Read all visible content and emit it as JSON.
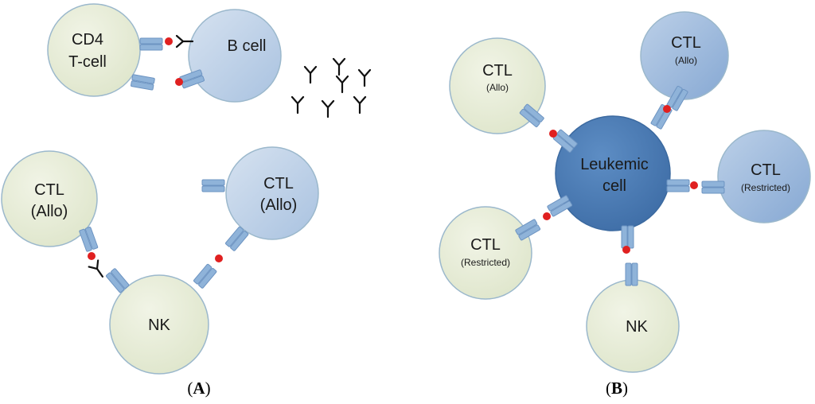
{
  "colors": {
    "green_cell": "#e8edd8",
    "green_stroke": "#9bb8cc",
    "blue_light": "#c4d4e8",
    "blue_mid": "#9fb9da",
    "blue_dark": "#4f7fb5",
    "receptor": "#8fb3d9",
    "receptor_stroke": "#6d94c2",
    "antigen": "#e02020",
    "antibody": "#111111"
  },
  "panel_a": {
    "label_open": "(",
    "label_letter": "A",
    "label_close": ")",
    "cd4": {
      "line1": "CD4",
      "line2": "T-cell"
    },
    "bcell": {
      "label": "B cell"
    },
    "ctl_left": {
      "line1": "CTL",
      "line2": "(Allo)"
    },
    "ctl_right": {
      "line1": "CTL",
      "line2": "(Allo)"
    },
    "nk": {
      "label": "NK"
    }
  },
  "panel_b": {
    "label_open": "(",
    "label_letter": "B",
    "label_close": ")",
    "leukemic": {
      "line1": "Leukemic",
      "line2": "cell"
    },
    "ctl_top_left": {
      "line1": "CTL",
      "line2": "(Allo)"
    },
    "ctl_top_right": {
      "line1": "CTL",
      "line2": "(Allo)"
    },
    "ctl_right": {
      "line1": "CTL",
      "line2": "(Restricted)"
    },
    "ctl_bottom_left": {
      "line1": "CTL",
      "line2": "(Restricted)"
    },
    "nk": {
      "label": "NK"
    }
  }
}
